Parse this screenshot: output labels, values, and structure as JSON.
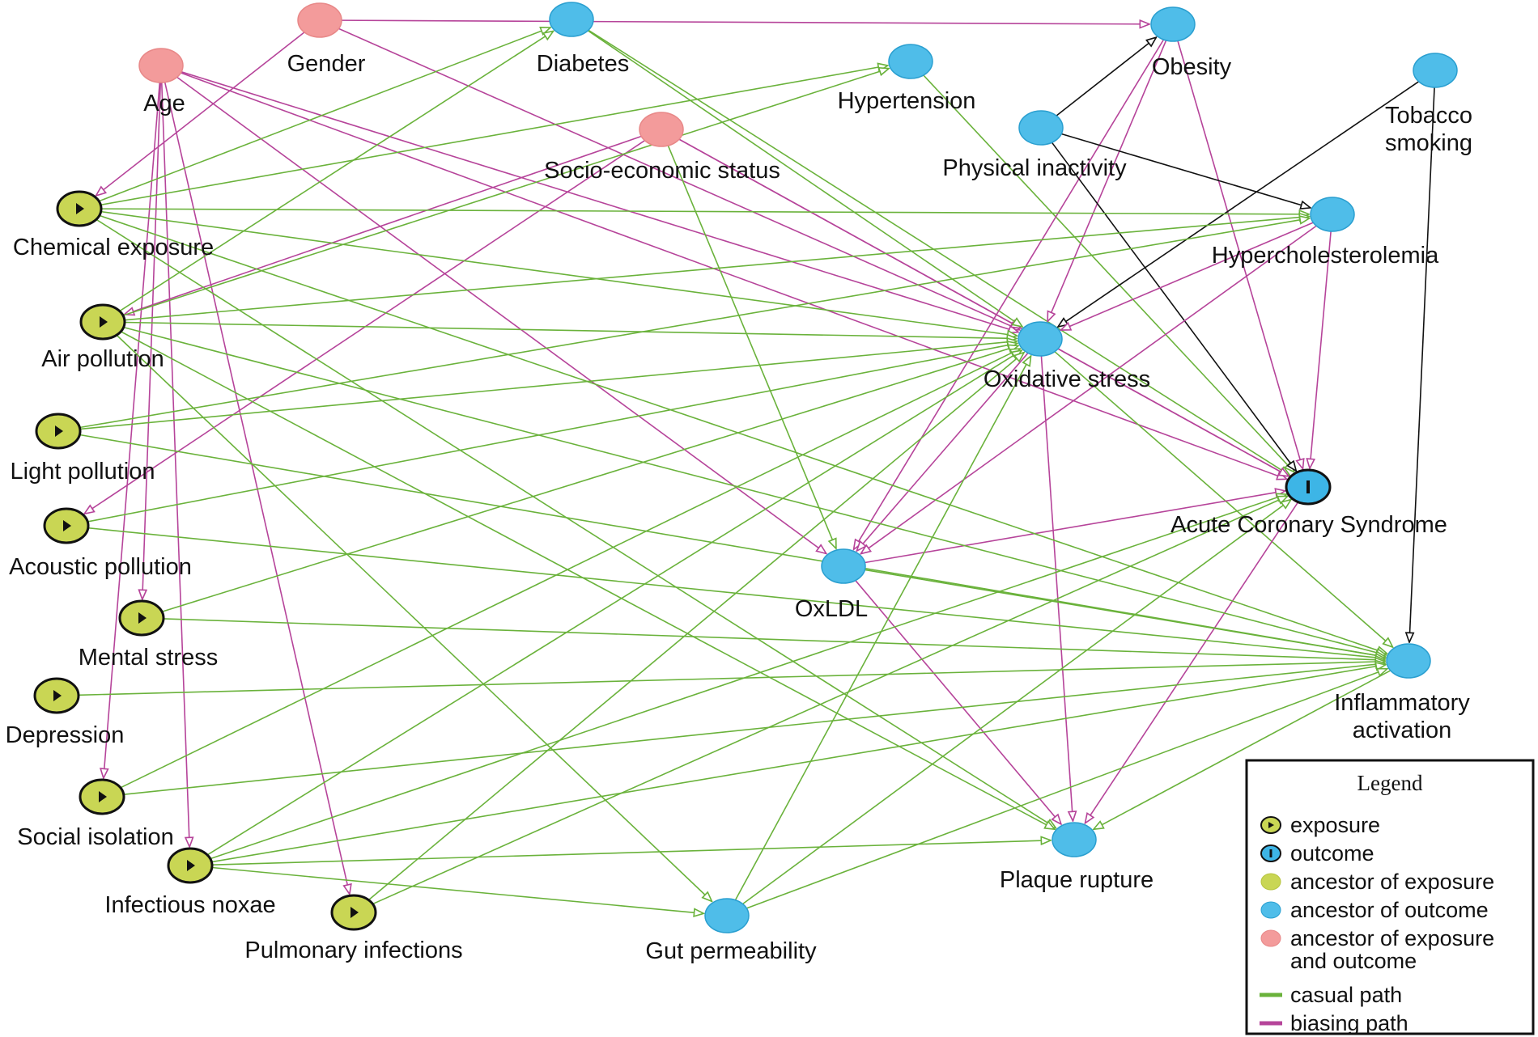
{
  "colors": {
    "exposure_fill": "#c9d654",
    "outcome_fill": "#3db5e6",
    "ancestor_exposure_fill": "#c9d654",
    "ancestor_outcome_fill": "#4fbde9",
    "ancestor_both_fill": "#f39b9b",
    "causal_path": "#6ab23b",
    "biasing_path": "#b6449a",
    "neutral_path": "#111111"
  },
  "nodes": [
    {
      "id": "gender",
      "label": [
        "Gender"
      ],
      "kind": "ancestor_both"
    },
    {
      "id": "diabetes",
      "label": [
        "Diabetes"
      ],
      "kind": "ancestor_outcome"
    },
    {
      "id": "age",
      "label": [
        "Age"
      ],
      "kind": "ancestor_both"
    },
    {
      "id": "hypertension",
      "label": [
        "Hypertension"
      ],
      "kind": "ancestor_outcome"
    },
    {
      "id": "obesity",
      "label": [
        "Obesity"
      ],
      "kind": "ancestor_outcome"
    },
    {
      "id": "tobacco",
      "label": [
        "Tobacco",
        "smoking"
      ],
      "kind": "ancestor_outcome"
    },
    {
      "id": "ses",
      "label": [
        "Socio-economic status"
      ],
      "kind": "ancestor_both"
    },
    {
      "id": "inactivity",
      "label": [
        "Physical inactivity"
      ],
      "kind": "ancestor_outcome"
    },
    {
      "id": "chemical",
      "label": [
        "Chemical exposure"
      ],
      "kind": "exposure"
    },
    {
      "id": "hyperchol",
      "label": [
        "Hypercholesterolemia"
      ],
      "kind": "ancestor_outcome"
    },
    {
      "id": "air",
      "label": [
        "Air pollution"
      ],
      "kind": "exposure"
    },
    {
      "id": "oxstress",
      "label": [
        "Oxidative stress"
      ],
      "kind": "ancestor_outcome"
    },
    {
      "id": "light",
      "label": [
        "Light pollution"
      ],
      "kind": "exposure"
    },
    {
      "id": "acs",
      "label": [
        "Acute Coronary Syndrome"
      ],
      "kind": "outcome"
    },
    {
      "id": "acoustic",
      "label": [
        "Acoustic pollution"
      ],
      "kind": "exposure"
    },
    {
      "id": "oxldl",
      "label": [
        "OxLDL"
      ],
      "kind": "ancestor_outcome"
    },
    {
      "id": "mental",
      "label": [
        "Mental stress"
      ],
      "kind": "exposure"
    },
    {
      "id": "inflam",
      "label": [
        "Inflammatory",
        "activation"
      ],
      "kind": "ancestor_outcome"
    },
    {
      "id": "depression",
      "label": [
        "Depression"
      ],
      "kind": "exposure"
    },
    {
      "id": "social",
      "label": [
        "Social isolation"
      ],
      "kind": "exposure"
    },
    {
      "id": "plaque",
      "label": [
        "Plaque rupture"
      ],
      "kind": "ancestor_outcome"
    },
    {
      "id": "infectious",
      "label": [
        "Infectious noxae"
      ],
      "kind": "exposure"
    },
    {
      "id": "pulmonary",
      "label": [
        "Pulmonary infections"
      ],
      "kind": "exposure"
    },
    {
      "id": "gut",
      "label": [
        "Gut permeability"
      ],
      "kind": "ancestor_outcome"
    }
  ],
  "edges": [
    [
      "gender",
      "obesity",
      "biasing"
    ],
    [
      "gender",
      "chemical",
      "biasing"
    ],
    [
      "gender",
      "oxstress",
      "biasing"
    ],
    [
      "age",
      "oxstress",
      "biasing"
    ],
    [
      "age",
      "acs",
      "biasing"
    ],
    [
      "age",
      "oxldl",
      "biasing"
    ],
    [
      "age",
      "pulmonary",
      "biasing"
    ],
    [
      "age",
      "infectious",
      "biasing"
    ],
    [
      "age",
      "mental",
      "biasing"
    ],
    [
      "age",
      "social",
      "biasing"
    ],
    [
      "ses",
      "air",
      "biasing"
    ],
    [
      "ses",
      "acs",
      "biasing"
    ],
    [
      "ses",
      "acoustic",
      "biasing"
    ],
    [
      "ses",
      "oxstress",
      "biasing"
    ],
    [
      "ses",
      "oxldl",
      "causal"
    ],
    [
      "diabetes",
      "oxstress",
      "causal"
    ],
    [
      "diabetes",
      "acs",
      "causal"
    ],
    [
      "hypertension",
      "acs",
      "causal"
    ],
    [
      "obesity",
      "oxstress",
      "biasing"
    ],
    [
      "obesity",
      "acs",
      "biasing"
    ],
    [
      "obesity",
      "oxldl",
      "biasing"
    ],
    [
      "inactivity",
      "obesity",
      "neutral"
    ],
    [
      "inactivity",
      "hyperchol",
      "neutral"
    ],
    [
      "inactivity",
      "acs",
      "neutral"
    ],
    [
      "tobacco",
      "oxstress",
      "neutral"
    ],
    [
      "tobacco",
      "inflam",
      "neutral"
    ],
    [
      "hyperchol",
      "oxstress",
      "biasing"
    ],
    [
      "hyperchol",
      "acs",
      "biasing"
    ],
    [
      "hyperchol",
      "oxldl",
      "biasing"
    ],
    [
      "oxstress",
      "acs",
      "biasing"
    ],
    [
      "oxstress",
      "oxldl",
      "biasing"
    ],
    [
      "oxstress",
      "plaque",
      "biasing"
    ],
    [
      "oxstress",
      "inflam",
      "causal"
    ],
    [
      "oxldl",
      "acs",
      "biasing"
    ],
    [
      "oxldl",
      "plaque",
      "biasing"
    ],
    [
      "oxldl",
      "inflam",
      "causal"
    ],
    [
      "acs",
      "plaque",
      "biasing"
    ],
    [
      "inflam",
      "plaque",
      "causal"
    ],
    [
      "chemical",
      "diabetes",
      "causal"
    ],
    [
      "chemical",
      "hypertension",
      "causal"
    ],
    [
      "chemical",
      "hyperchol",
      "causal"
    ],
    [
      "chemical",
      "oxstress",
      "causal"
    ],
    [
      "chemical",
      "inflam",
      "causal"
    ],
    [
      "chemical",
      "plaque",
      "causal"
    ],
    [
      "air",
      "diabetes",
      "causal"
    ],
    [
      "air",
      "hypertension",
      "causal"
    ],
    [
      "air",
      "hyperchol",
      "causal"
    ],
    [
      "air",
      "oxstress",
      "causal"
    ],
    [
      "air",
      "inflam",
      "causal"
    ],
    [
      "air",
      "plaque",
      "causal"
    ],
    [
      "air",
      "gut",
      "causal"
    ],
    [
      "light",
      "hyperchol",
      "causal"
    ],
    [
      "light",
      "oxstress",
      "causal"
    ],
    [
      "light",
      "inflam",
      "causal"
    ],
    [
      "acoustic",
      "oxstress",
      "causal"
    ],
    [
      "acoustic",
      "inflam",
      "causal"
    ],
    [
      "mental",
      "oxstress",
      "causal"
    ],
    [
      "mental",
      "inflam",
      "causal"
    ],
    [
      "depression",
      "inflam",
      "causal"
    ],
    [
      "social",
      "oxstress",
      "causal"
    ],
    [
      "social",
      "inflam",
      "causal"
    ],
    [
      "infectious",
      "oxstress",
      "causal"
    ],
    [
      "infectious",
      "acs",
      "causal"
    ],
    [
      "infectious",
      "inflam",
      "causal"
    ],
    [
      "infectious",
      "plaque",
      "causal"
    ],
    [
      "infectious",
      "gut",
      "causal"
    ],
    [
      "pulmonary",
      "oxstress",
      "causal"
    ],
    [
      "pulmonary",
      "acs",
      "causal"
    ],
    [
      "gut",
      "acs",
      "causal"
    ],
    [
      "gut",
      "oxstress",
      "causal"
    ],
    [
      "gut",
      "inflam",
      "causal"
    ]
  ],
  "legend": {
    "title": "Legend",
    "items": [
      {
        "label": "exposure",
        "symbol": "exposure"
      },
      {
        "label": "outcome",
        "symbol": "outcome"
      },
      {
        "label": "ancestor of exposure",
        "symbol": "ancestor_exposure"
      },
      {
        "label": "ancestor of outcome",
        "symbol": "ancestor_outcome"
      },
      {
        "label": [
          "ancestor of exposure",
          "and outcome"
        ],
        "symbol": "ancestor_both"
      },
      {
        "label": "casual path",
        "symbol": "causal_line"
      },
      {
        "label": "biasing path",
        "symbol": "biasing_line"
      }
    ]
  }
}
